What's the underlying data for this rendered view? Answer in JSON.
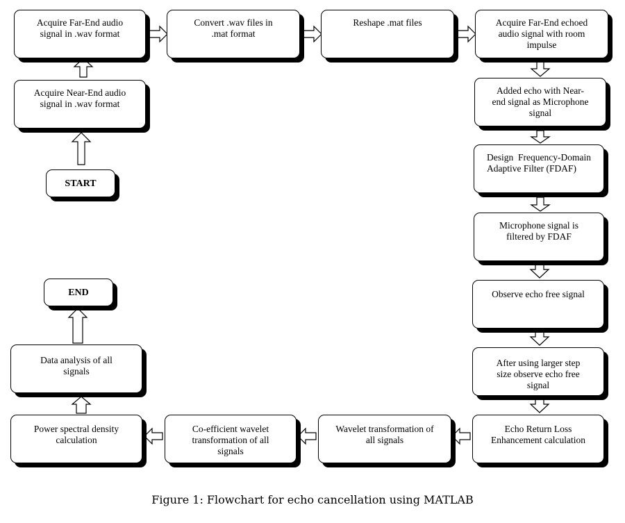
{
  "steps": {
    "start": "START",
    "near_end": "Acquire Near-End audio signal in .wav format",
    "far_end": "Acquire Far-End audio signal in .wav format",
    "convert": "Convert .wav files in .mat format",
    "reshape": "Reshape .mat files",
    "far_echo": "Acquire Far-End echoed audio signal with room impulse",
    "added_echo": "Added echo with Near-end signal as Microphone signal",
    "design_fdaf": "Design Frequency-Domain Adaptive Filter (FDAF)",
    "mic_filtered": "Microphone signal is filtered by FDAF",
    "observe": "Observe echo  free signal",
    "larger_step": "After using larger step size observe echo free signal",
    "erle": "Echo Return Loss Enhancement calculation",
    "wavelet": "Wavelet transformation of all signals",
    "coef_wavelet": "Co-efficient wavelet transformation of all signals",
    "psd": "Power spectral density calculation",
    "analysis": "Data analysis of all signals",
    "end": "END"
  },
  "caption": "Figure 1: Flowchart for echo cancellation using MATLAB"
}
